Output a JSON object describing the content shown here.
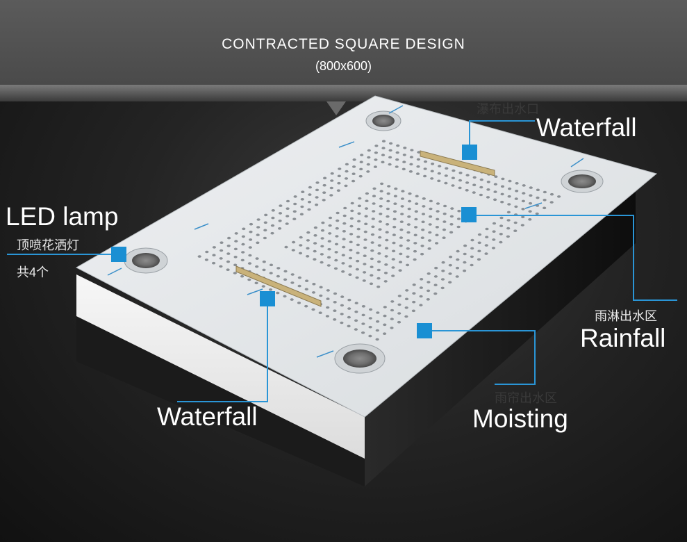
{
  "header": {
    "title": "CONTRACTED SQUARE DESIGN",
    "size": "(800x600)"
  },
  "callouts": {
    "waterfall_top_cn": "瀑布出水口",
    "waterfall_top_en": "Waterfall",
    "led_en": "LED lamp",
    "led_cn": "顶喷花洒灯",
    "led_count_cn": "共4个",
    "rainfall_cn": "雨淋出水区",
    "rainfall_en": "Rainfall",
    "moisting_cn": "雨帘出水区",
    "moisting_en": "Moisting",
    "waterfall_bottom_en": "Waterfall"
  },
  "colors": {
    "marker": "#1a8fd3",
    "panel_top": "#e4e7ea",
    "panel_side": "#f2f2f2",
    "banner": "#555555"
  }
}
